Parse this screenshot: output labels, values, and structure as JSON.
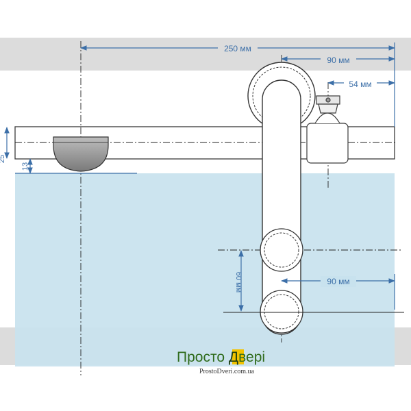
{
  "dimensions": {
    "overall_width": "250 мм",
    "clamp_offset": "90 мм",
    "bracket_width": "54 мм",
    "roller_spacing_h": "90 мм",
    "roller_spacing_v": "60 мм",
    "rail_height": "25",
    "glass_clearance": "13"
  },
  "logo": {
    "name_part1": "Просто ",
    "name_highlight": "Д",
    "name_part2": "вері",
    "url": "ProstoDveri.com.ua"
  },
  "colors": {
    "dimension_lines": "#3c6fa8",
    "glass": "#c8e2ee",
    "band": "#d9d9d9",
    "logo_green": "#2f6b1c",
    "logo_yellow": "#f2c200"
  }
}
